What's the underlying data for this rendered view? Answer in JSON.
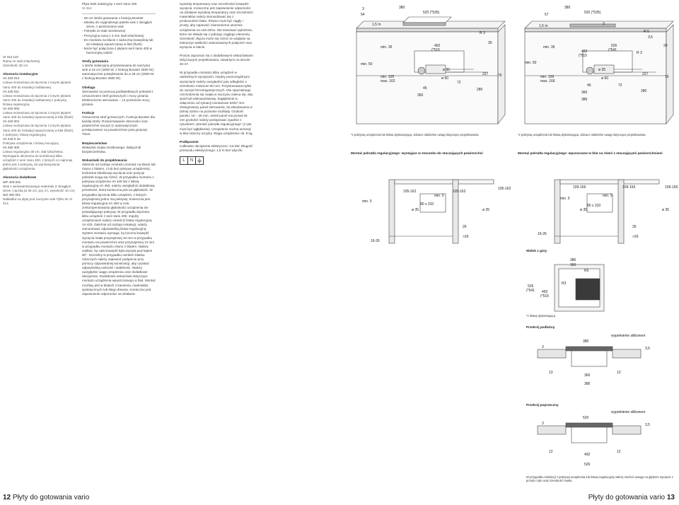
{
  "left_sidebar": {
    "product_code": "VI 414 110",
    "frame_desc": "Rama ze stali szlachetnej",
    "width": "Szerokość 38 cm",
    "acc_install_title": "Akcesoria instalacyjne",
    "items": [
      [
        "VA 420 010",
        "Listwa montażowa do łączenia z innymi płytami Vario 400 do instalacji nablatowej"
      ],
      [
        "VA 420 011",
        "Listwa montażowa do łączenia z innymi płytami Vario 400 do instalacji nablatowej z pokrywą /listwą regulacyjną"
      ],
      [
        "VA 420 000",
        "Listwa montażowa do łączenia z innymi płytami Vario 400 do instalacji wpuszczanej w blat (flush)"
      ],
      [
        "VA 420 001",
        "Listwa montażowa do łączenia z innymi płytami Vario 400 do instalacji wpuszczanej w blat (flush) z pokrywą / listwą regulacyjną"
      ],
      [
        "VA 440 0 10",
        "Pokrywa urządzenia z listwą mocującą"
      ],
      [
        "VA 450 400",
        "Listwa regulacyjna 38 cm, stal szlachetna. Wymagane akcesoria do kombinacji kilku urządzeń z serii Vario 400, z których co najmniej jedno jest z pokrywą, do wyrównywania głębokości urządzenia."
      ]
    ],
    "acc_extra_title": "Akcesoria dodatkowe",
    "extra_items": [
      [
        "WP 400 001",
        "Wok z wielowarstwowego materiału Z okrągłym dnem i rączką (ø 36 cm, poj. 6 l, wysokość 10 cm)"
      ],
      [
        "WZ 400 001",
        "Nakładka na płytę pod naczynie wok Tylko do VI 414."
      ]
    ]
  },
  "col2": {
    "top_title": "Płyta Wok indukcyjny z serii Vario 400",
    "top_code": "VI 414",
    "bullets": [
      "28 cm strefa gotowania z funkcją Booster",
      "Idealny do oryginalnego patelni wok z okrągłym dnem, z pierścieniem wok",
      "Pokrętło ze stali nierdzewnej",
      "Precyzyjna rama z 3 mm stali szlachetnej",
      "Do montażu na blacie z widoczną krawędzią lub do instalacji wpuszczanej w blat (flush)",
      "Może być połączona z płytami serii Vario 400 w harmonijną całość"
    ],
    "zones_title": "Strefy gotowania",
    "zones_text": "1 strefa indukcyjna przystosowana do naczynia wok ø 18 cm (1800 W, z funkcją Booster 2500 W), automatycznie powiększanie do ø 28 cm (2800 W, z funkcją Booster 3600 W).",
    "ops_title": "Obsługa",
    "ops_text": "Sterowanie za pomocą podświetlanych pokręteł z oznaczeniem stref grzewczych i mocy grzania. Elektroniczne sterowanie – 12 poziomów mocy grzania.",
    "func_title": "Funkcje",
    "func_text": "Oznaczenie stref grzewczych. Funkcja Booster dla każdej strefy. Rozpoznawanie obecności oraz powierzchni naczyń (z automatycznym przełączaniem na powierzchnie pola grzania). Timer.",
    "safety_title": "Bezpieczeństwo",
    "safety_text": "Wskaźnik ciepła resztkowego. Wyłącznik bezpieczeństwa.",
    "design_title": "Wskazówki do projektowania",
    "design_text": "Zależnie od rodzaju montażu (montaż na blacie lub równo z blatem, z lub bez pokrywy urządzenia), konkretna lokalizacja wycięcia oraz pozycje pokręteł mogą się różnić. W przypadku montażu z pokrywą urządzenia VA 440 lub z listwą regulacyjną VA 450, należy uwzględnić dodatkową przestrzeń, która konieczna jest na głębokość. W przypadku łączenia kilku urządzeń, z których przynajmniej jedno ma pokrywę, konieczna jest listwa regulacyjna VA 450 w celu zrekompensowania głębokości urządzenia nie posiadającego pokrywy. W przypadku łączenia kilku urządzeń z serii Vario 400, między urządzeniami należy umieścić listwę regulacyjną VA 420. Zależnie od rodzaju instalacji, należy zamontować odpowiednią listwę regulacyjną. System montażu wymaga, by boczna krawędź wycięcia miała przynajmniej 10 mm w przypadku montażu na powierzchni oraz przynajmniej 13 mm w przypadku montażu równo z blatem. Należy zadbać, by cała krawędź była wycięta pod kątem 90°. Szczeliny w przypadku cienkich blatów roboczych należy zapewnić podparcie przy pomocy odpowiedniej konstrukcji, aby uzyskać odpowiednią nośność i stabilność. Należy uwzględnić wagę urządzenia oraz dodatkowe obciążenia. Dodatkowe wskazówki dotyczące montażu urządzenia wpuszczanego w blat. Montaż możliwy jest w blatach z kamienia, materiałów syntetycznych lub litego drewna. Konieczne jest zapewnienie odporności na działanie"
  },
  "col3": {
    "text1": "wysokiej temperatury oraz szczelności krawędzi wycięcia. Konieczne jest zapewnienie odporności na działanie wysokiej temperatury oraz szczelności materiałów należy skonsultować się z producentem blatu. Równo musi być ciągły i prosty, aby zapewnić równomierne ułożenie urządzenia na uszczelce. Nie stosować wyłożenia, które nie składa się z jednego ciągłego elementu. Szerokość złącza może się różnić ze względu na tolerancje wielkości zastosowanych połączeń oraz wycięcia w blacie.",
    "text2": "Proszę zapoznać się z dodatkowymi wskazówkami dotyczącymi projektowania, zawartymi na stronie 40-47.",
    "text3": "W przypadku montażu kilku urządzeń w oddzielnych wycięciach, między poszczególnymi wycięciami należy uwzględnić pas odległości o szerokości minimum 50 mm. Przystosowana tylko do naczyń ferromagnetycznych. Dla optymalnego rozchodzenia się ciepła w naczyniu zaleca się, aby spód był wielowarstwowy. Zagłębienie w załączeniu od sytuacji montażowe 54/57 mm. Zintegrowany panel sterowania, do wbudowania w dolnej szafce na poziomie szuflady. Grubość panelu: 16 – 26 mm. Jeżeli panel ma ponad 26 mm grubości należy postępować zgodnie z rysunkiem „Montaż pokrętła regulacyjnego\" (z tyłu musi być wgłębienie). Urządzenie można wcisnąć w blat roboczy od góry. Waga urządzenia: ok. 8 kg.",
    "conn_title": "Podłączenie",
    "conn_text": "Całkowite obciążenie elektryczne: 3,6 kW. Długość przewodu elektrycznego: 1,5 m bez wtyczki.",
    "sym_L": "L",
    "sym_N": "N"
  },
  "col4": {
    "note_small": "*z pokrywą urządzenia lub listwą dystansującą. Zobacz oddzielne uwagi dotyczące projektowania.",
    "title_knob": "Montaż pokrętła regulacyjnego: wystające w stosunku do otaczających powierzchni",
    "dims": {
      "d3": "3",
      "d54": "54",
      "d380": "380",
      "d520": "520 (*535)",
      "d15m": "1,5 m",
      "d492": "492",
      "d492t": "+2",
      "d515": "(*515",
      "d515t": "+2",
      "d515c": ")",
      "dR3": "R 3",
      "d30": "30",
      "min35": "min. 35",
      "min50": "min. 50",
      "min105": "min. 105",
      "max162": "max. 162",
      "d35": "ø 35",
      "d60": "ø 60",
      "d227": "227",
      "d76": "76",
      "d72": "72",
      "d45": "45",
      "d280": "280",
      "d360": "360",
      "d360t": "+2",
      "d105162": "105-162",
      "min5": "min. 5",
      "d80x310": "80 x 310",
      "d1626": "16-26",
      "d26": "26",
      "dgt26": ">26"
    }
  },
  "col5": {
    "note_small": "*z pokrywą urządzenia lub listwą dystansującą. Zobacz oddzielne uwagi dotyczące projektowania.",
    "title_knob": "Montaż pokrętła regulacyjnego: wpuszczane w blat na równi z otaczającymi powierzchniami",
    "top_view": "Widok z góry",
    "note_border": "*z listwą dystansującą",
    "long_section": "Przekrój podłużny",
    "cross_section": "Przekrój poprzeczny",
    "seal": "wypełnienie silikonem",
    "footnote": "W przypadku instalacji z pokrywą urządzenia lub listwą regulacyjną należy zwrócić uwagę na głębsze wycięcie z przodu i tyłu oraz szerokość rowka.",
    "dims": {
      "d57": "57",
      "d380": "380",
      "d520": "520 (*535)",
      "d3": "3",
      "d15m": "1,5 m",
      "dR5": "R 5",
      "d35": "3,5",
      "d526": "526",
      "d541": "(*541",
      "d492": "492",
      "d515": "(*515",
      "dR3": "R 3",
      "d20": "20",
      "min35": "min. 35",
      "min50": "min. 50",
      "min109": "min. 109",
      "max166": "max. 166",
      "dd35": "ø 35",
      "dd60": "ø 60",
      "d227": "227",
      "d76": "76",
      "d72": "72",
      "d45": "45",
      "d280": "280",
      "d360": "360",
      "d386": "386",
      "d109166": "109-166",
      "min5": "min. 5",
      "d80x310": "80 x 310",
      "d1626": "16-26",
      "d26": "26",
      "dgt26": ">26",
      "tv_386": "386",
      "tv_360": "360",
      "tv_R5": "R5",
      "tv_526": "526",
      "tv_541": "(*541",
      "tv_492": "492",
      "tv_515": "(*515",
      "tv_R3": "R3",
      "ls_3": "3",
      "ls_380": "380",
      "ls_35": "3,5",
      "ls_13": "13",
      "ls_360": "360",
      "ls_386": "386",
      "cs_3": "3",
      "cs_520": "520",
      "cs_35": "3,5",
      "cs_12": "12",
      "cs_492": "492",
      "cs_526": "526"
    }
  },
  "footer": {
    "left_num": "12",
    "left_text": "Płyty do gotowania vario",
    "right_text": "Płyty do gotowania vario",
    "right_num": "13"
  }
}
